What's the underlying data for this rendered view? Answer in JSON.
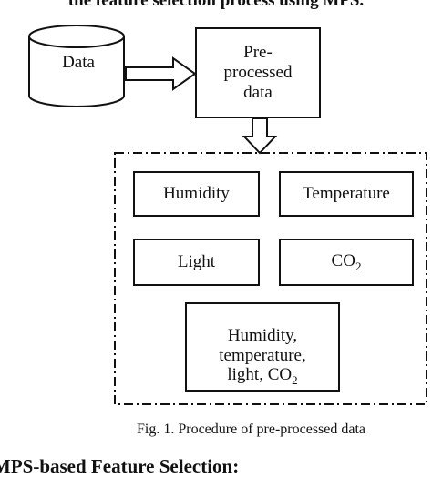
{
  "top_caption": "the feature selection process using MPS.",
  "nodes": {
    "data": "Data",
    "preprocessed": "Pre-\nprocessed\ndata",
    "humidity": "Humidity",
    "temperature": "Temperature",
    "light": "Light",
    "co2_label": "CO",
    "co2_sub": "2",
    "combined_main": "Humidity,\ntemperature,\nlight, CO",
    "combined_sub": "2"
  },
  "figure_caption": "Fig. 1. Procedure of pre-processed data",
  "section_heading": "MPS-based Feature Selection:"
}
